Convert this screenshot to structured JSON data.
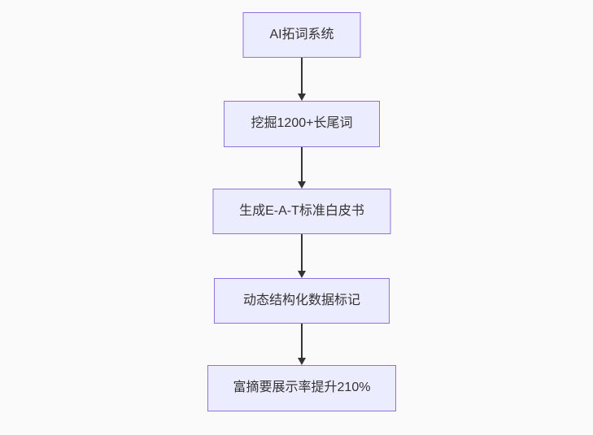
{
  "diagram": {
    "type": "flowchart",
    "direction": "top-down",
    "nodes": [
      {
        "id": "n1",
        "label": "AI拓词系统"
      },
      {
        "id": "n2",
        "label": "挖掘1200+长尾词"
      },
      {
        "id": "n3",
        "label": "生成E-A-T标准白皮书"
      },
      {
        "id": "n4",
        "label": "动态结构化数据标记"
      },
      {
        "id": "n5",
        "label": "富摘要展示率提升210%"
      }
    ],
    "edges": [
      {
        "from": "n1",
        "to": "n2"
      },
      {
        "from": "n2",
        "to": "n3"
      },
      {
        "from": "n3",
        "to": "n4"
      },
      {
        "from": "n4",
        "to": "n5"
      }
    ],
    "colors": {
      "node_fill": "#ECECFF",
      "node_border": "#9370DB",
      "node_text": "#333333",
      "arrow": "#333333",
      "background": "#fafafa"
    }
  }
}
